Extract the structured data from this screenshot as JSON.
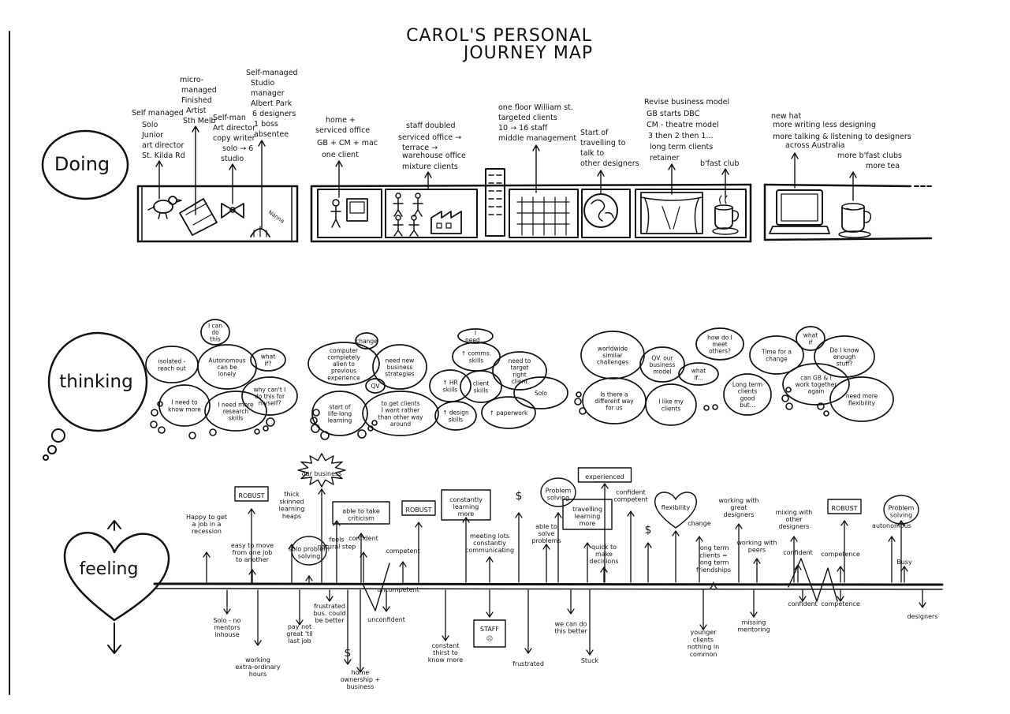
{
  "title": {
    "line1": "CAROL'S PERSONAL",
    "line2": "JOURNEY MAP"
  },
  "lanes": {
    "doing": "Doing",
    "thinking": "thinking",
    "feeling": "feeling"
  },
  "doing_notes": [
    [
      "Self managed",
      "Solo",
      "Junior",
      "art director",
      "St. Kilda Rd"
    ],
    [
      "micro-",
      "managed",
      "Finished",
      "Artist",
      "Sth Melb"
    ],
    [
      "Self-man",
      "Art director",
      "copy writer",
      "solo → 6",
      "studio"
    ],
    [
      "Self-managed",
      "Studio",
      "manager",
      "Albert Park",
      "6 designers",
      "1 boss",
      "absentee"
    ],
    [
      "home +",
      "serviced office",
      "GB + CM + mac",
      "one client"
    ],
    [
      "staff doubled",
      "serviced office →",
      "terrace →",
      "warehouse office",
      "mixture clients"
    ],
    [
      "one floor William st.",
      "targeted clients",
      "10 → 16 staff",
      "middle management"
    ],
    [
      "Start of",
      "travelling to",
      "talk to",
      "other designers"
    ],
    [
      "Revise business model",
      "GB starts DBC",
      "CM - theatre model",
      "3 then 2 then 1...",
      "long term clients",
      "retainer"
    ],
    [
      "b'fast club"
    ],
    [
      "new hat",
      "more writing less designing",
      "more talking & listening to designers",
      "across Australia"
    ],
    [
      "more b'fast clubs",
      "more tea"
    ]
  ],
  "thinking_bubbles": [
    "I can do this",
    "isolated - reach out",
    "Autonomous can be lonely",
    "what if?",
    "I need to know more",
    "I need more research skills",
    "why can't I do this for myself?",
    "change",
    "computer completely alien to previous experience",
    "need new business strategies",
    "to get clients I want rather than other way around",
    "start of life-long learning",
    "QV",
    "I need...",
    "↑ comms. skills",
    "↑ HR skills",
    "client skills",
    "need to target right client",
    "↑ design skills",
    "↑ paperwork",
    "Solo",
    "worldwide similar challenges",
    "QV. our business model",
    "how do I meet others?",
    "what if...",
    "Is there a different way for us",
    "I like my clients",
    "Long term clients good but...",
    "Time for a change",
    "what if",
    "Do I know enough stuff?",
    "can GB & I work together again",
    "need more flexibility"
  ],
  "feeling_up": [
    "Happy to get a job in a recession",
    "ROBUST",
    "easy to move from one job to another",
    "thick skinned learning heaps",
    "solo problem solving",
    "our business",
    "feels natural step",
    "able to take criticism",
    "confident",
    "competent",
    "ROBUST",
    "constantly learning more",
    "meeting lots constantly communicating",
    "$",
    "able to solve problems",
    "Problem solving",
    "travelling learning more",
    "quick to make decisions",
    "experienced",
    "confident competent",
    "$",
    "flexibility",
    "change",
    "long term clients = long term friendships",
    "working with great designers",
    "working with peers",
    "mixing with other designers",
    "confident",
    "competence",
    "ROBUST",
    "Problem solving",
    "autonomous",
    "Busy"
  ],
  "feeling_down": [
    "Solo - no mentors inhouse",
    "working extra-ordinary hours",
    "pay not great 'til last job",
    "frustrated bus. could be better",
    "$",
    "home ownership + business",
    "uncompetent",
    "unconfident",
    "constant thirst to know more",
    "STAFF",
    "frustrated",
    "we can do this better",
    "Stuck",
    "younger clients nothing in common",
    "missing mentoring",
    "confident",
    "competence",
    "designers"
  ]
}
